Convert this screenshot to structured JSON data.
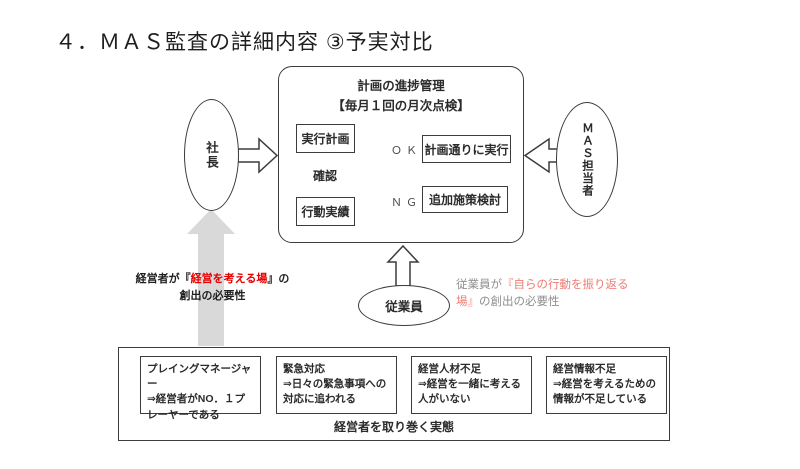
{
  "slide": {
    "title": "４．ＭＡＳ監査の詳細内容 ③予実対比"
  },
  "flow": {
    "title": "計画の進捗管理",
    "subtitle": "【毎月１回の月次点検】",
    "plan": "実行計画",
    "check": "確認",
    "actual": "行動実績",
    "ok_label": "ＯＫ",
    "ng_label": "ＮＧ",
    "ok_action": "計画通りに実行",
    "ng_action": "追加施策検討"
  },
  "actors": {
    "president": "社長",
    "mas_manager": "ＭＡＳ担当者",
    "employees": "従業員"
  },
  "notes": {
    "president": {
      "pre": "経営者が『",
      "highlight": "経営を考える場",
      "post": "』の",
      "line2": "創出の必要性"
    },
    "employee": {
      "l1_plain": "従業員が",
      "l1_highlight": "『自らの行動を振り返る",
      "l2_highlight": "場』",
      "l2_plain": "の創出の必要性"
    }
  },
  "reality": {
    "caption": "経営者を取り巻く実態",
    "items": [
      {
        "title": "プレイングマネージャー",
        "body": "⇒経営者がNO．１プレーヤーである"
      },
      {
        "title": "緊急対応",
        "body": "⇒日々の緊急事項への対応に追われる"
      },
      {
        "title": "経営人材不足",
        "body": "⇒経営を一緒に考える人がいない"
      },
      {
        "title": "経営情報不足",
        "body": "⇒経営を考えるための情報が不足している"
      }
    ]
  },
  "colors": {
    "accent_red": "#e60000",
    "accent_pink": "#ec7c74",
    "muted_gray": "#8e8e8e",
    "arrow_gray": "#d9d9d9"
  }
}
